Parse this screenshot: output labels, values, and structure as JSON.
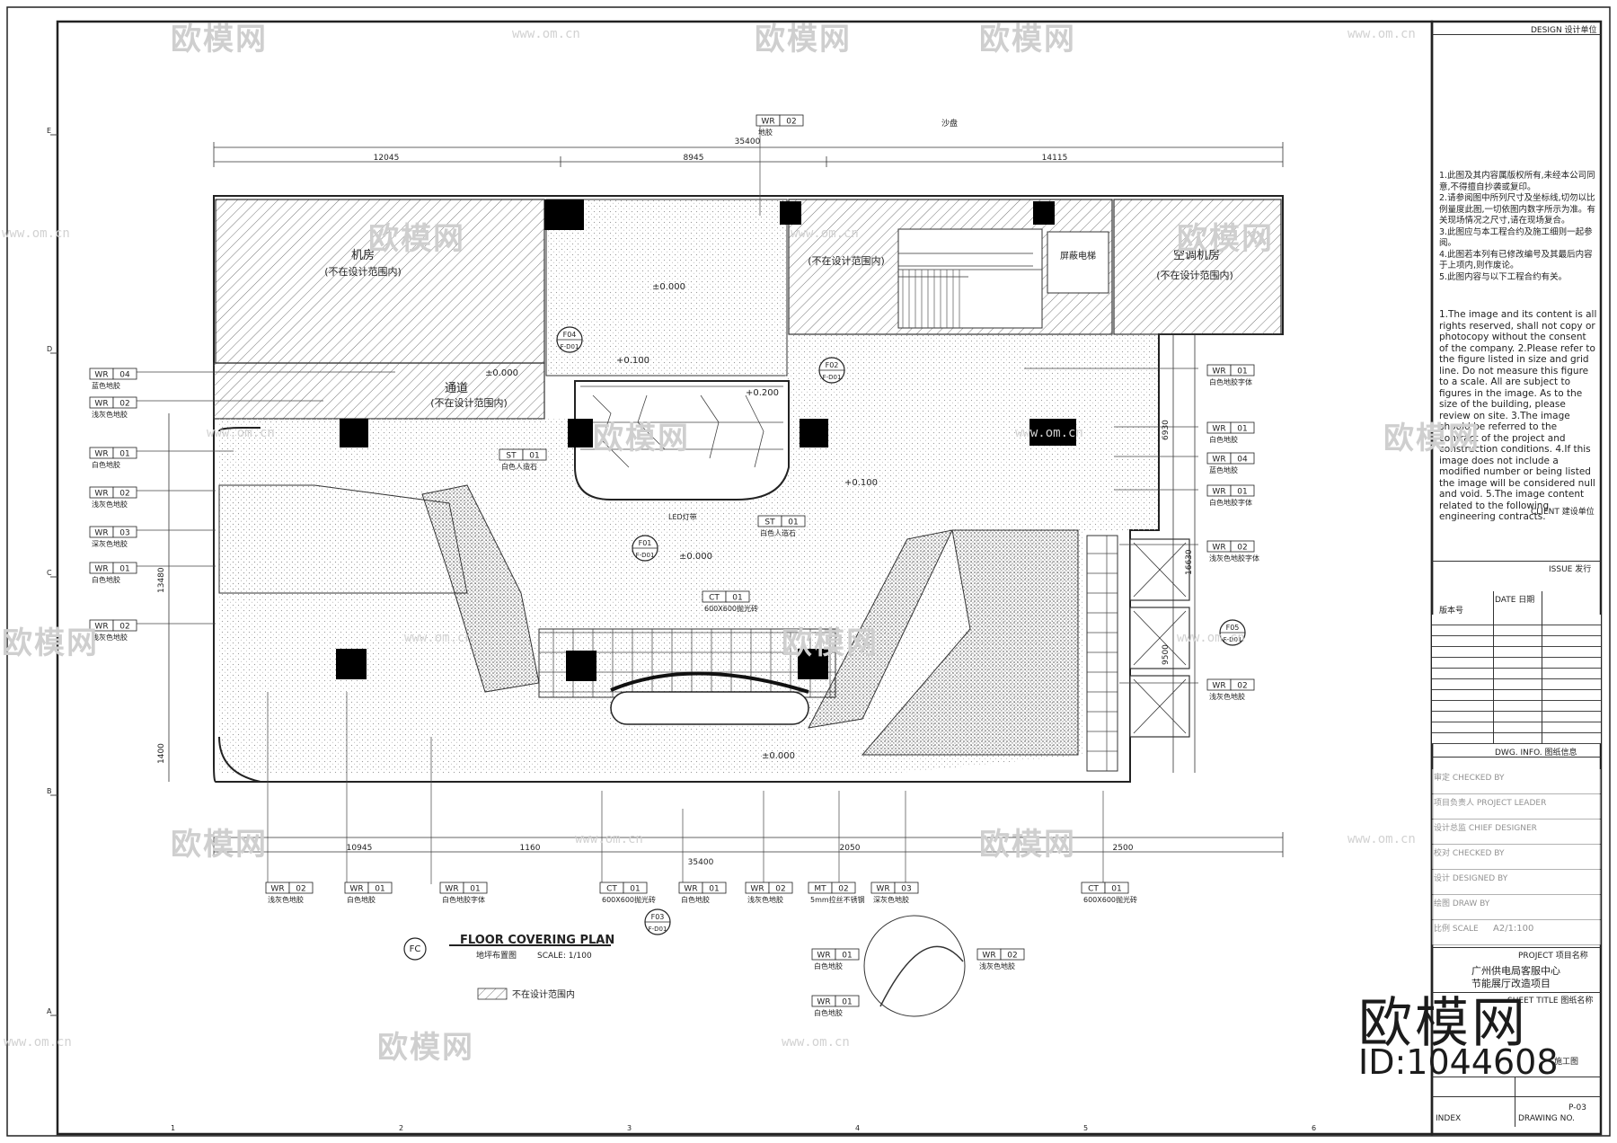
{
  "title_block": {
    "design_header": "DESIGN 设计单位",
    "notes_cn": [
      "1.此图及其内容属版权所有,未经本公司同意,不得擅自抄袭或复印。",
      "2.请参阅图中所列尺寸及坐标线,切勿以比例量度此图,一切依图内数字所示为准。有关现场情况之尺寸,请在现场复合。",
      "3.此图应与本工程合约及施工细则一起参阅。",
      "4.此图若本列有已修改编号及其最后内容于上项内,则作废论。",
      "5.此图内容与以下工程合约有关。"
    ],
    "notes_en": "1.The image and its content is all rights reserved, shall not copy or photocopy without the consent of the company. 2.Please refer to the figure listed in size and grid line. Do not measure this figure to a scale. All are subject to figures in the image. As to the size of the building, please review on site. 3.The image should be referred to the contract of the project and construction conditions. 4.If this image does not include a modified number or being listed the image will be considered null and void. 5.The image content related to the following engineering contracts.",
    "client_label": "CLIENT 建设单位",
    "issue_label": "ISSUE 发行",
    "date_label": "DATE 日期",
    "rev_label": "版本号",
    "dwg_info": "DWG. INFO. 图纸信息",
    "checked_by": "审定 CHECKED BY",
    "project_leader": "项目负责人 PROJECT LEADER",
    "chief_designer": "设计总监 CHIEF DESIGNER",
    "checked_by2": "校对 CHECKED BY",
    "designed_by": "设计 DESIGNED BY",
    "draw_by": "绘图 DRAW BY",
    "scale_label": "比例 SCALE",
    "scale_value": "A2/1:100",
    "project_label": "PROJECT 项目名称",
    "project_name_1": "广州供电局客服中心",
    "project_name_2": "节能展厅改造项目",
    "sheet_title": "SHEET TITLE 图纸名称",
    "stage_value": "施工图",
    "drawing_no": "P-03",
    "drawing_no_label": "DRAWING NO.",
    "index_label": "INDEX"
  },
  "watermark": {
    "logo": "欧模网",
    "url": "www.om.cn",
    "big_id": "ID:1044608"
  },
  "plan": {
    "title_en": "FLOOR COVERING PLAN",
    "title_cn": "地坪布置图",
    "scale": "SCALE: 1/100",
    "tag": "FC",
    "legend": "不在设计范围内",
    "rooms": {
      "machine_room": "机房",
      "not_in_scope": "(不在设计范围内)",
      "aisle": "通道",
      "aircon_room": "空调机房",
      "screen_elevator": "屏蔽电梯",
      "sand_top": "沙盘"
    },
    "dims_top": [
      "35400",
      "12045",
      "8945",
      "14115"
    ],
    "dims_bottom": [
      "10945",
      "1160",
      "2050",
      "2500",
      "35400"
    ],
    "dims_left": [
      "13480",
      "1400"
    ],
    "dims_right": [
      "6930",
      "16630",
      "9500"
    ],
    "levels": [
      "±0.000",
      "+0.100",
      "+0.200",
      "+0.100",
      "±0.000",
      "±0.000",
      "±0.000"
    ],
    "tags_left": [
      {
        "code": "WR",
        "no": "04",
        "text": "蓝色地胶"
      },
      {
        "code": "WR",
        "no": "02",
        "text": "浅灰色地胶"
      },
      {
        "code": "WR",
        "no": "01",
        "text": "白色地胶"
      },
      {
        "code": "WR",
        "no": "02",
        "text": "浅灰色地胶"
      },
      {
        "code": "WR",
        "no": "03",
        "text": "深灰色地胶"
      },
      {
        "code": "WR",
        "no": "01",
        "text": "白色地胶"
      },
      {
        "code": "WR",
        "no": "02",
        "text": "浅灰色地胶"
      }
    ],
    "tags_right": [
      {
        "code": "WR",
        "no": "01",
        "text": "白色地胶字体"
      },
      {
        "code": "WR",
        "no": "01",
        "text": "白色地胶"
      },
      {
        "code": "WR",
        "no": "04",
        "text": "蓝色地胶"
      },
      {
        "code": "WR",
        "no": "01",
        "text": "白色地胶字体"
      },
      {
        "code": "WR",
        "no": "02",
        "text": "浅灰色地胶字体"
      },
      {
        "code": "WR",
        "no": "02",
        "text": "浅灰色地胶"
      }
    ],
    "tags_bottom": [
      {
        "code": "WR",
        "no": "02",
        "text": "浅灰色地胶"
      },
      {
        "code": "WR",
        "no": "01",
        "text": "白色地胶"
      },
      {
        "code": "WR",
        "no": "01",
        "text": "白色地胶字体"
      },
      {
        "code": "CT",
        "no": "01",
        "text": "600X600抛光砖"
      },
      {
        "code": "WR",
        "no": "01",
        "text": "白色地胶"
      },
      {
        "code": "WR",
        "no": "02",
        "text": "浅灰色地胶"
      },
      {
        "code": "MT",
        "no": "02",
        "text": "5mm拉丝不锈钢"
      },
      {
        "code": "WR",
        "no": "03",
        "text": "深灰色地胶"
      },
      {
        "code": "CT",
        "no": "01",
        "text": "600X600抛光砖"
      }
    ],
    "tags_top": [
      {
        "code": "WR",
        "no": "02",
        "text": "地胶"
      }
    ],
    "tags_center": [
      {
        "code": "ST",
        "no": "01",
        "text": "白色人造石"
      },
      {
        "code": "ST",
        "no": "01",
        "text": "白色人造石"
      },
      {
        "code": "CT",
        "no": "01",
        "text": "600X600抛光砖"
      }
    ],
    "tags_detail": [
      {
        "code": "WR",
        "no": "01",
        "text": "白色地胶"
      },
      {
        "code": "WR",
        "no": "02",
        "text": "浅灰色地胶"
      },
      {
        "code": "WR",
        "no": "01",
        "text": "白色地胶"
      }
    ],
    "refs": [
      "F04",
      "F02",
      "F01",
      "F05",
      "F03"
    ],
    "ref_sheet": "F-D01",
    "note_led": "LED灯带"
  }
}
